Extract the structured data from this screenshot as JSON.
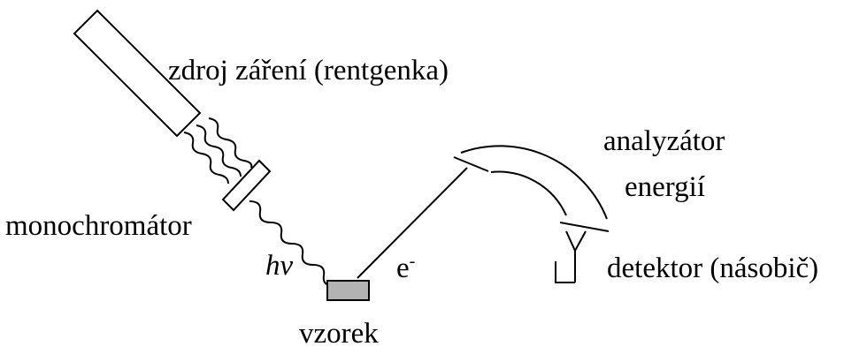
{
  "labels": {
    "source": "zdroj záření (rentgenka)",
    "monochromator": "monochromátor",
    "photon": "hν",
    "electron": "e",
    "electron_sup": "-",
    "sample": "vzorek",
    "analyzer_line1": "analyzátor",
    "analyzer_line2": "energií",
    "detector": "detektor (násobič)"
  },
  "colors": {
    "line": "#000000",
    "sample_fill": "#b3b3b3"
  }
}
